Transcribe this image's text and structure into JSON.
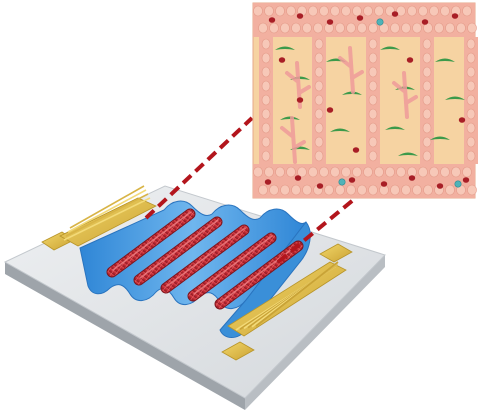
{
  "colors": {
    "background": "#ffffff",
    "substrate_top": "#e4e7ea",
    "substrate_side": "#aeb4ba",
    "electrode_gold": "#e2c24a",
    "electrode_outline": "#b8952a",
    "membrane_blue": "#3f9ae0",
    "fiber_red": "#c8303a",
    "tissue_tan": "#f6d3a2",
    "tissue_wall": "#f2b0a0",
    "cell_green": "#3c9a4a",
    "blood_red": "#a81e26",
    "dash_red": "#b3151c",
    "immune_cyan": "#4fb3b8"
  },
  "diagram": {
    "fibers": 5,
    "vessel_channels": 4,
    "electrodes": 2
  }
}
